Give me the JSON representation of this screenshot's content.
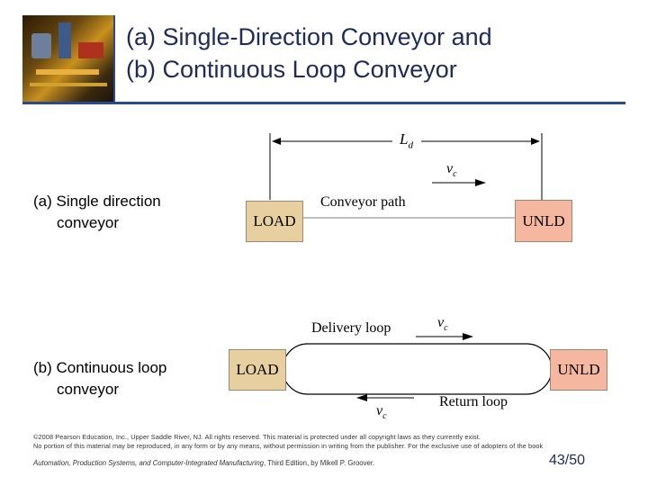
{
  "header": {
    "title_line1": "(a) Single-Direction Conveyor and",
    "title_line2": "(b) Continuous Loop Conveyor",
    "accent_color": "#2b4a8a"
  },
  "diagram_a": {
    "side_label_line1": "(a) Single direction",
    "side_label_line2": "conveyor",
    "distance_label": "L",
    "distance_subscript": "d",
    "velocity_label": "v",
    "velocity_subscript": "c",
    "path_label": "Conveyor path",
    "load_label": "LOAD",
    "unload_label": "UNLD"
  },
  "diagram_b": {
    "side_label_line1": "(b) Continuous loop",
    "side_label_line2": "conveyor",
    "delivery_label": "Delivery loop",
    "return_label": "Return loop",
    "velocity_label": "v",
    "velocity_subscript": "c",
    "load_label": "LOAD",
    "unload_label": "UNLD"
  },
  "footer": {
    "copyright_line1": "©2008 Pearson Education, Inc., Upper Saddle River, NJ. All rights reserved. This material is protected under all copyright laws as they currently exist.",
    "copyright_line2": "No portion of this material may be reproduced, in any form or by any means, without permission in writing from the publisher. For the exclusive use of adopters of the book",
    "credit_italic": "Automation, Production Systems, and Computer-Integrated Manufacturing",
    "credit_rest": ", Third Edition, by Mikell P. Groover.",
    "page_number": "43/50"
  }
}
